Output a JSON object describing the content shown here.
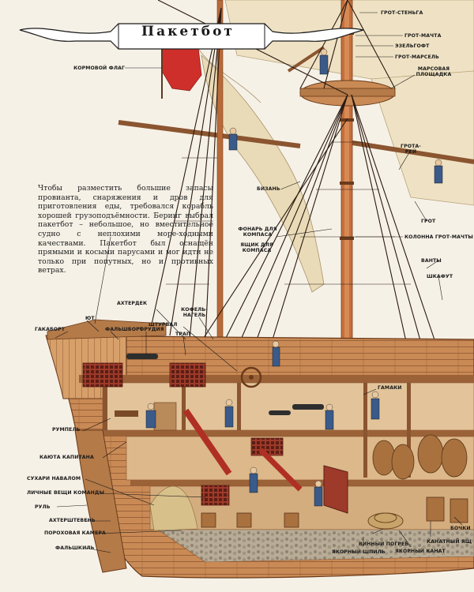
{
  "title": "Пакетбот",
  "intro_text": "Чтобы разместить большие запасы провианта, снаряжения и дров для приготовления еды, требовался корабль хорошей грузоподъёмности. Беринг выбрал пакетбот – небольшое, но вместительное судно с неплохими море-ходными качествами. Пакетбот был оснащён прямыми и косыми парусами и мог идти не только при попутных, но и противных ветрах.",
  "labels": {
    "kormovoy_flag": "Кормовой флаг",
    "grot_stenga": "Грот-стеньга",
    "grot_machta": "Грот-мачта",
    "elgoft": "Эзельгофт",
    "grot_marsel": "Грот-марсель",
    "marsovaya_1": "Марсовая",
    "marsovaya_2": "площадка",
    "grota_1": "Грота-",
    "grota_2": "рей",
    "bizan": "Бизань",
    "grot": "Грот",
    "kolonna": "Колонна грот-мачты",
    "fonar_1": "Фонарь для",
    "fonar_2": "компаса",
    "yashchik_1": "Ящик для",
    "yashchik_2": "компаса",
    "vanty": "Ванты",
    "shkafut": "Шкафут",
    "akhterdek": "Ахтердек",
    "kofel_1": "Кофель-",
    "kofel_2": "нагель",
    "shturval": "Штурвал",
    "yut": "Ют",
    "gakabort": "Гакаборт",
    "falshbort": "Фальшборт",
    "orudiya": "Орудия",
    "trap": "Трап",
    "gamaki": "Гамаки",
    "rumpel": "Румпель",
    "kayuta": "Каюта капитана",
    "sukhari": "Сухари навалом",
    "lichnye_veshchi": "Личные вещи команды",
    "rul": "Руль",
    "akhtershteven": "Ахтерштевень",
    "porokhovaya": "Пороховая камера",
    "falshkil": "Фальшкиль",
    "vinny_pogreb": "Винный погреб",
    "yakorny_shpil": "Якорный шпиль",
    "yakorny_kanat": "Якорный канат",
    "kanatny_yashchik": "Канатный ящ",
    "bochki": "Бочки"
  },
  "colors": {
    "wood": "#c98a55",
    "wood_dark": "#8a5530",
    "sail": "#efe2c4",
    "flag": "#cf2f2a",
    "rope": "#2a1a10",
    "paper": "#f6f1e7"
  }
}
